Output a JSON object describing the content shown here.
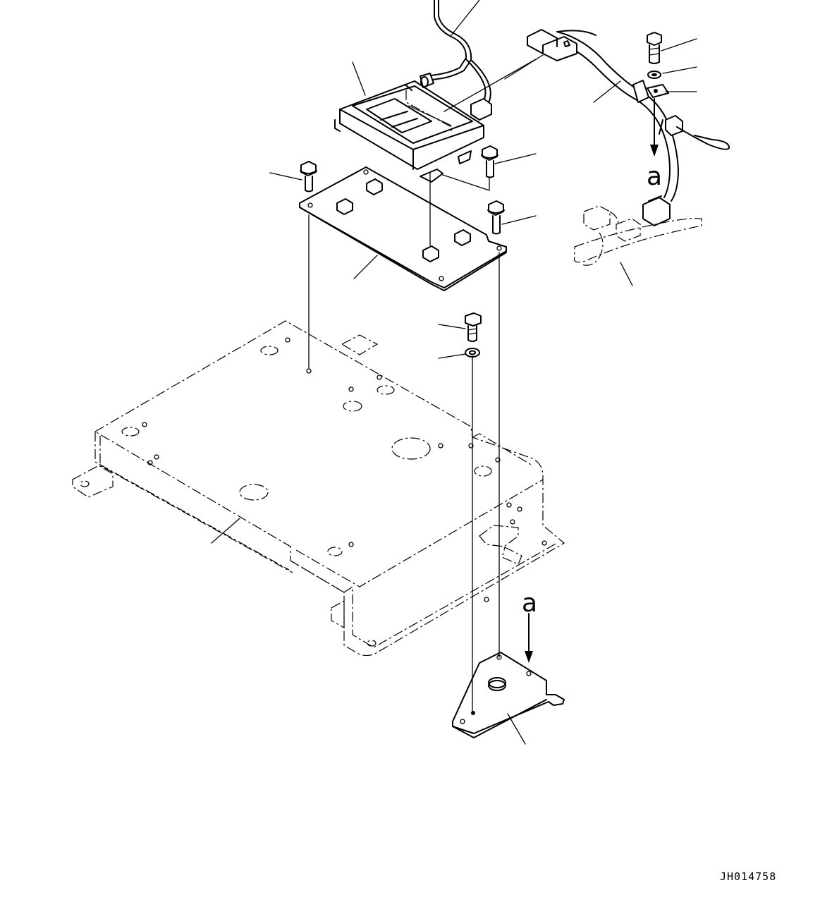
{
  "drawing": {
    "view_markers": [
      "a",
      "a"
    ],
    "code": "JH014758"
  }
}
